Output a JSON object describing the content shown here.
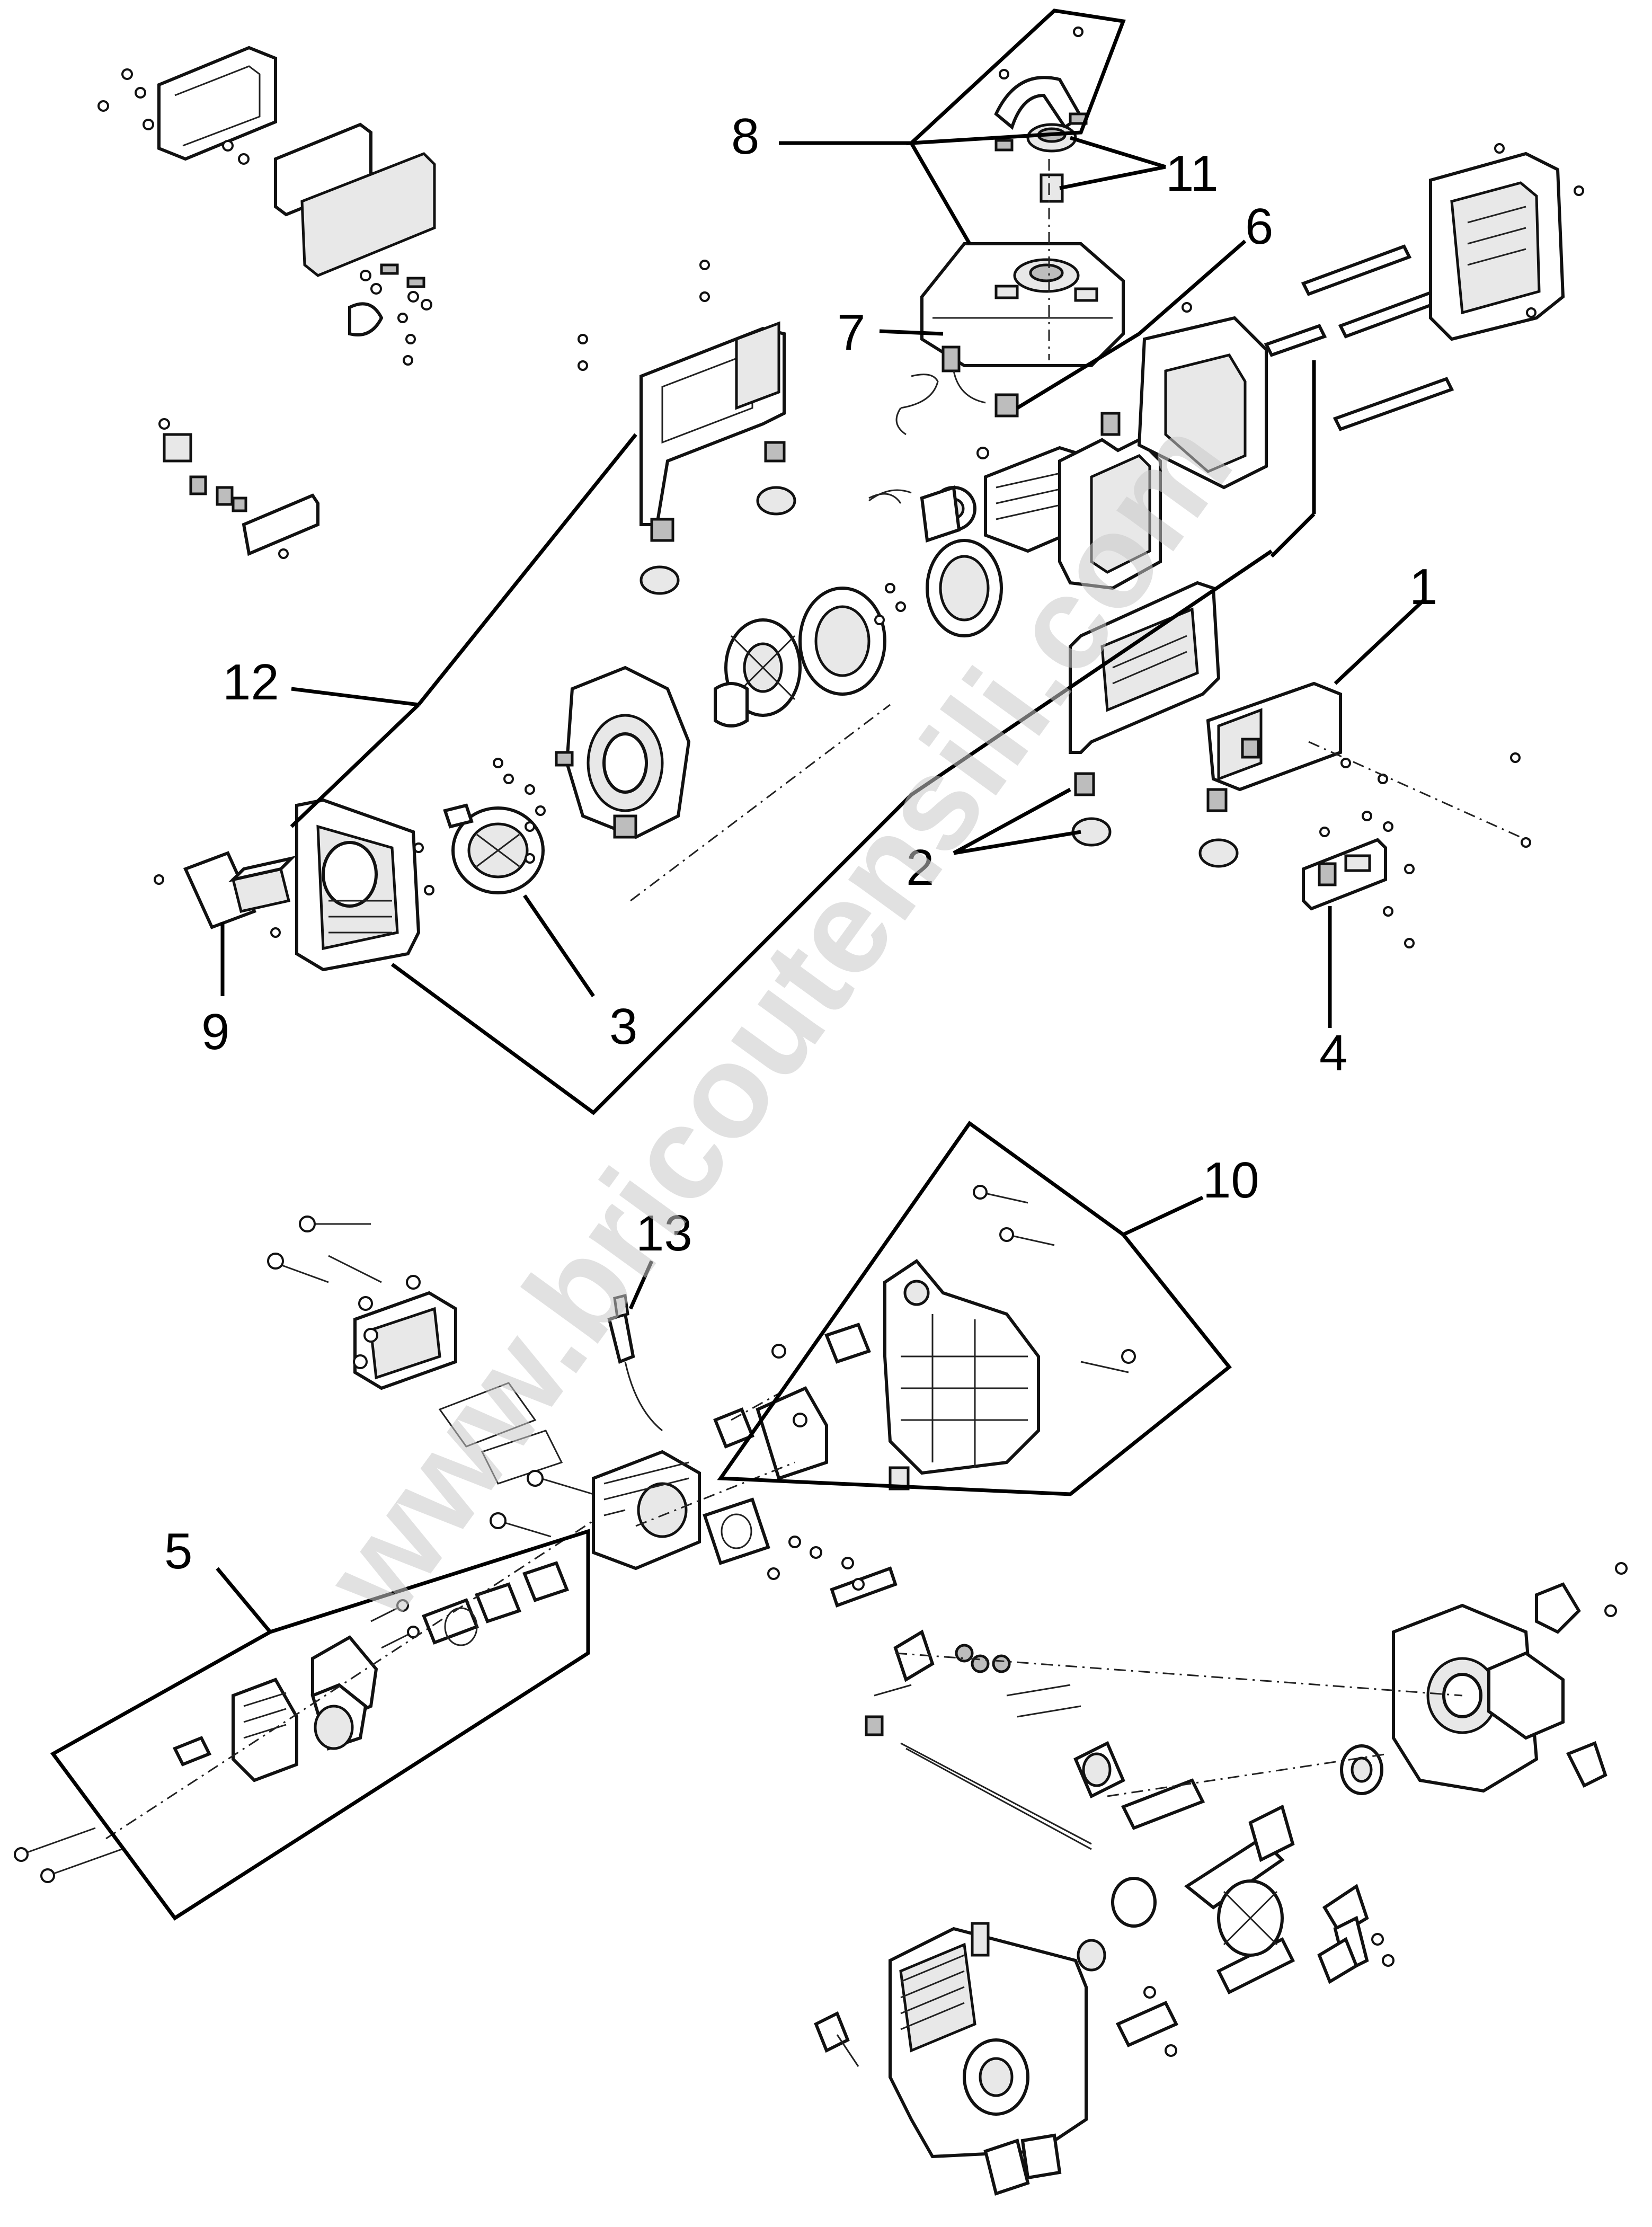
{
  "callouts": [
    {
      "id": "1",
      "label": "1"
    },
    {
      "id": "2",
      "label": "2"
    },
    {
      "id": "3",
      "label": "3"
    },
    {
      "id": "4",
      "label": "4"
    },
    {
      "id": "5",
      "label": "5"
    },
    {
      "id": "6",
      "label": "6"
    },
    {
      "id": "7",
      "label": "7"
    },
    {
      "id": "8",
      "label": "8"
    },
    {
      "id": "9",
      "label": "9"
    },
    {
      "id": "10",
      "label": "10"
    },
    {
      "id": "11",
      "label": "11"
    },
    {
      "id": "12",
      "label": "12"
    },
    {
      "id": "13",
      "label": "13"
    }
  ],
  "watermark": "www.bricoutensili.com"
}
